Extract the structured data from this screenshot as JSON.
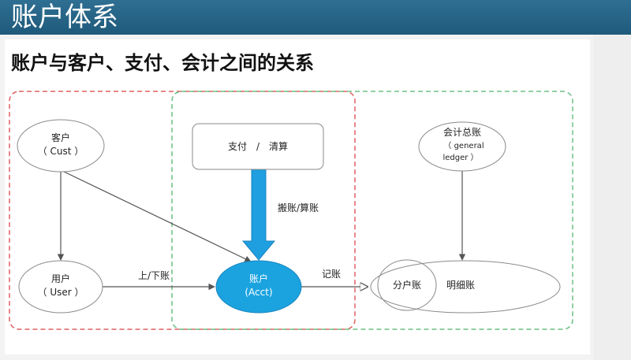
{
  "header": {
    "title": "账户体系"
  },
  "subtitle": "账户与客户、支付、会计之间的关系",
  "nodes": {
    "customer": {
      "line1": "客户",
      "line2": "（ Cust ）"
    },
    "user": {
      "line1": "用户",
      "line2": "（ User ）"
    },
    "account": {
      "line1": "账户",
      "line2": "(Acct)"
    },
    "payment": {
      "label": "支付　/　清算"
    },
    "gl": {
      "line1": "会计总账",
      "line2": "（ general",
      "line3": "ledger ）"
    },
    "sub_account": {
      "label": "分户账"
    },
    "detail_ledger": {
      "label": "明细账"
    }
  },
  "edges": {
    "user_to_account": "上/下账",
    "payment_to_account": "搬账/算账",
    "account_to_ledger": "记账"
  },
  "colors": {
    "header": "#1f5a7b",
    "red_group": "#e06060",
    "green_group": "#6cbf84",
    "account_fill": "#1ba3e0",
    "arrow_blue": "#1f9ee0"
  }
}
